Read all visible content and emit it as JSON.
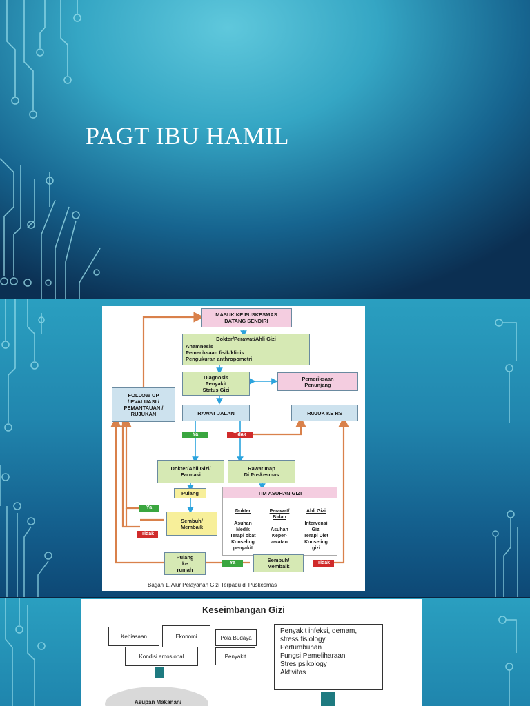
{
  "slide1": {
    "title": "PAGT IBU HAMIL"
  },
  "flowchart": {
    "masuk": "MASUK KE PUSKESMAS\nDATANG SENDIRI",
    "dokter_top": "Dokter/Perawat/Ahli Gizi",
    "assessment": [
      "Anamnesis",
      "Pemeriksaan fisik/klinis",
      "Pengukuran anthropometri"
    ],
    "diagnosis": "Diagnosis\nPenyakit\nStatus Gizi",
    "pemeriksaan": "Pemeriksaan\nPenunjang",
    "follow_up": "FOLLOW UP\n/ EVALUASI /\nPEMANTAUAN /\nRUJUKAN",
    "rawat_jalan": "RAWAT JALAN",
    "rujuk_rs": "RUJUK KE RS",
    "ya": "Ya",
    "tidak": "Tidak",
    "dokter_farmasi": "Dokter/Ahli Gizi/\nFarmasi",
    "rawat_inap": "Rawat Inap\nDi Puskesmas",
    "pulang": "Pulang",
    "tim": "TIM ASUHAN GIZI",
    "sembuh_left": "Sembuh/\nMembaik",
    "sembuh_bottom": "Sembuh/\nMembaik",
    "pulang_rumah": "Pulang\nke\nrumah",
    "col_dokter": {
      "head": "Dokter",
      "body": "Asuhan\nMedik\nTerapi obat\nKonseling\npenyakit"
    },
    "col_perawat": {
      "head": "Perawat/\nBidan",
      "body": "Asuhan\nKeper-\nawatan"
    },
    "col_gizi": {
      "head": "Ahli Gizi",
      "body": "Intervensi\nGizi\nTerapi Diet\nKonseling\ngizi"
    },
    "caption": "Bagan 1. Alur Pelayanan Gizi Terpadu di Puskesmas",
    "colors": {
      "arrow_orange": "#d9814b",
      "arrow_blue": "#2ba3dd"
    }
  },
  "slide3": {
    "title": "Keseimbangan Gizi",
    "kebiasaan": "Kebiasaan",
    "ekonomi": "Ekonomi",
    "pola_budaya": "Pola Budaya",
    "kondisi": "Kondisi emosional",
    "penyakit": "Penyakit",
    "asupan": "Asupan Makanan/",
    "factors": [
      "Penyakit infeksi, demam,",
      "stress fisiology",
      "Pertumbuhan",
      "Fungsi Pemeliharaan",
      "Stres psikology",
      "Aktivitas"
    ]
  }
}
